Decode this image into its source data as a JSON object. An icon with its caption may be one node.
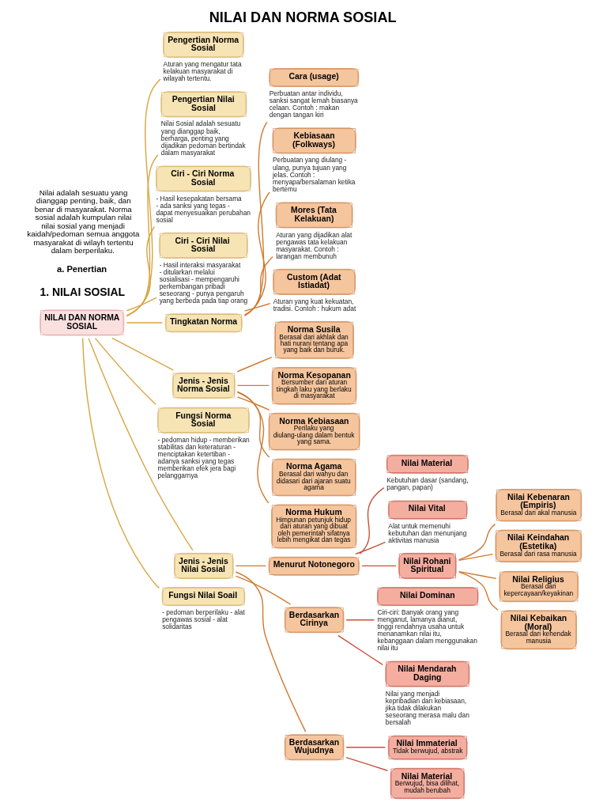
{
  "diagram": {
    "title": "NILAI DAN NORMA SOSIAL",
    "nodes": [
      {
        "text": [
          "NILAI DAN NORMA SOSIAL"
        ]
      },
      {
        "text": [
          "Pengertian Norma Sosial"
        ],
        "beside": [
          "Aturan yang mengatur tata kelakuan masyarakat di wilayah tertentu."
        ]
      },
      {
        "text": [
          "Pengertian Nilai Sosial"
        ],
        "beside": [
          "Nilai Sosial adalah sesuatu yang dianggap baik, berharga, penting yang dijadikan pedoman bertindak dalam masyarakat"
        ]
      },
      {
        "text": [
          "Ciri - Ciri Norma Sosial"
        ],
        "beside": [
          "- Hasil kesepakatan bersama - ada sanksi yang tegas - dapat menyesuaikan perubahan sosial"
        ]
      },
      {
        "text": [
          "Ciri - Ciri Nilai Sosial"
        ],
        "beside": [
          "- Hasil interaksi masyarakat - ditularkan melalui sosialisasi - mempengaruhi perkembangan pribadi seseorang - punya pengaruh yang berbeda pada tiap orang"
        ]
      },
      {
        "text": [
          "Tingkatan Norma"
        ]
      },
      {
        "text": [
          "Cara (usage)"
        ],
        "beside": [
          "Perbuatan antar individu, sanksi sangat lemah biasanya celaan. Contoh : makan dengan tangan kiri"
        ]
      },
      {
        "text": [
          "Kebiasaan (Folkways)"
        ],
        "beside": [
          "Perbuatan yang diulang - ulang, punya tujuan yang jelas. Contoh : menyapa/bersalaman ketika bertemu"
        ]
      },
      {
        "text": [
          "Mores (Tata Kelakuan)"
        ],
        "beside": [
          "Aturan yang dijadikan alat pengawas tata kelakuan masyarakat. Contoh : larangan membunuh"
        ]
      },
      {
        "text": [
          "Custom (Adat Istiadat)"
        ],
        "beside": [
          "Aturan yang kuat kekuatan, tradisi. Contoh : hukum adat"
        ]
      },
      {
        "text": [
          "Jenis - Jenis Norma Sosial"
        ]
      },
      {
        "text": [
          "Norma Susila",
          "Berasal dari akhlak dan hati nurani tentang apa yang baik dan buruk."
        ]
      },
      {
        "text": [
          "Norma Kesopanan",
          "Bersumber dari aturan tingkah laku yang berlaku di masyarakat"
        ]
      },
      {
        "text": [
          "Norma Kebiasaan",
          "Perilaku yang diulang-ulang dalam bentuk yang sama."
        ]
      },
      {
        "text": [
          "Norma Agama",
          "Berasal dari wahyu dan didasari dari ajaran suatu agama"
        ]
      },
      {
        "text": [
          "Norma Hukum",
          "Himpunan petunjuk hidup dari aturan yang dibuat oleh pemerintah sifatnya lebih mengikat dan tegas"
        ]
      },
      {
        "text": [
          "Fungsi Norma Sosial"
        ],
        "beside": [
          "- pedoman hidup - memberikan stabilitas dan keteraturan - menciptakan ketertiban - adanya sanksi yang tegas memberikan efek jera bagi pelanggarnya"
        ]
      },
      {
        "text": [
          "Jenis - Jenis Nilai Sosial"
        ]
      },
      {
        "text": [
          "Menurut Notonegoro"
        ]
      },
      {
        "text": [
          "Nilai Material"
        ],
        "beside": [
          "Kebutuhan dasar (sandang, pangan, papan)"
        ]
      },
      {
        "text": [
          "Nilai Vital"
        ],
        "beside": [
          "Alat untuk memenuhi kebutuhan dan menunjang aktivitas manusia"
        ]
      },
      {
        "text": [
          "Nilai Rohani Spiritual"
        ]
      },
      {
        "text": [
          "Nilai Kebenaran (Empiris)",
          "Berasal dari akal manusia"
        ]
      },
      {
        "text": [
          "Nilai Keindahan (Estetika)",
          "Berasal dari rasa manusia"
        ]
      },
      {
        "text": [
          "Nilai Religius",
          "Berasal dari kepercayaan/keyakinan"
        ]
      },
      {
        "text": [
          "Nilai Kebaikan (Moral)",
          "Berasal dari kehendak manusia"
        ]
      },
      {
        "text": [
          "Berdasarkan Cirinya"
        ]
      },
      {
        "text": [
          "Nilai Dominan"
        ],
        "beside": [
          "Ciri-ciri: Banyak orang yang menganut, lamanya dianut, tinggi rendahnya usaha untuk menanamkan nilai itu, kebanggaan dalam menggunakan nilai itu"
        ]
      },
      {
        "text": [
          "Nilai Mendarah Daging"
        ],
        "beside": [
          "Nilai yang menjadi kepribadian dan kebiasaan, jika tidak dilakukan seseorang merasa malu dan bersalah"
        ]
      },
      {
        "text": [
          "Berdasarkan Wujudnya"
        ]
      },
      {
        "text": [
          "Nilai Immaterial",
          "Tidak berwujud, abstrak"
        ]
      },
      {
        "text": [
          "Nilai Material",
          "Berwujud, bisa dilihat, mudah berubah"
        ]
      },
      {
        "text": [
          "Fungsi Nilai Soail"
        ],
        "beside": [
          "- pedoman berperilaku - alat pengawas sosial - alat solidaritas"
        ]
      }
    ],
    "edges": [
      {
        "from": 0,
        "to": 1,
        "arrow": "none",
        "color": "#d9a441"
      },
      {
        "from": 0,
        "to": 2,
        "arrow": "none",
        "color": "#d9a441"
      },
      {
        "from": 0,
        "to": 3,
        "arrow": "none",
        "color": "#d9a441"
      },
      {
        "from": 0,
        "to": 4,
        "arrow": "none",
        "color": "#d9a441"
      },
      {
        "from": 0,
        "to": 5,
        "arrow": "none",
        "color": "#d9a441"
      },
      {
        "from": 5,
        "to": 6,
        "arrow": "none"
      },
      {
        "from": 5,
        "to": 7,
        "arrow": "none"
      },
      {
        "from": 5,
        "to": 8,
        "arrow": "none"
      },
      {
        "from": 5,
        "to": 9,
        "arrow": "none"
      },
      {
        "from": 0,
        "to": 10,
        "arrow": "none",
        "color": "#d9a441"
      },
      {
        "from": 10,
        "to": 11,
        "arrow": "none"
      },
      {
        "from": 10,
        "to": 12,
        "arrow": "none"
      },
      {
        "from": 10,
        "to": 13,
        "arrow": "none"
      },
      {
        "from": 10,
        "to": 14,
        "arrow": "none"
      },
      {
        "from": 10,
        "to": 15,
        "arrow": "none"
      },
      {
        "from": 0,
        "to": 16,
        "arrow": "none",
        "color": "#d9a441"
      },
      {
        "from": 0,
        "to": 17,
        "arrow": "none",
        "color": "#d9a441"
      },
      {
        "from": 17,
        "to": 18,
        "arrow": "none"
      },
      {
        "from": 18,
        "to": 19,
        "arrow": "none",
        "color": "#c8503a"
      },
      {
        "from": 18,
        "to": 20,
        "arrow": "none",
        "color": "#c8503a"
      },
      {
        "from": 18,
        "to": 21,
        "arrow": "none",
        "color": "#c8503a"
      },
      {
        "from": 21,
        "to": 22,
        "arrow": "none"
      },
      {
        "from": 21,
        "to": 23,
        "arrow": "none"
      },
      {
        "from": 21,
        "to": 24,
        "arrow": "none"
      },
      {
        "from": 21,
        "to": 25,
        "arrow": "none"
      },
      {
        "from": 17,
        "to": 26,
        "arrow": "none"
      },
      {
        "from": 26,
        "to": 27,
        "arrow": "none",
        "color": "#c8503a"
      },
      {
        "from": 26,
        "to": 28,
        "arrow": "none",
        "color": "#c8503a"
      },
      {
        "from": 17,
        "to": 29,
        "arrow": "none"
      },
      {
        "from": 29,
        "to": 30,
        "arrow": "none",
        "color": "#c8503a"
      },
      {
        "from": 29,
        "to": 31,
        "arrow": "none",
        "color": "#c8503a"
      },
      {
        "from": 0,
        "to": 32,
        "arrow": "none",
        "color": "#d9a441"
      }
    ],
    "labels": [
      "1. NILAI SOSIAL",
      "a. Penertian",
      "Nilai adalah sesuatu yang dianggap penting, baik, dan benar di masyarakat. Norma sosial adalah kumpulan nilai nilai sosial yang menjadi kaidah/pedoman semua anggota masyarakat di wilayh tertentu dalam berperilaku."
    ]
  }
}
